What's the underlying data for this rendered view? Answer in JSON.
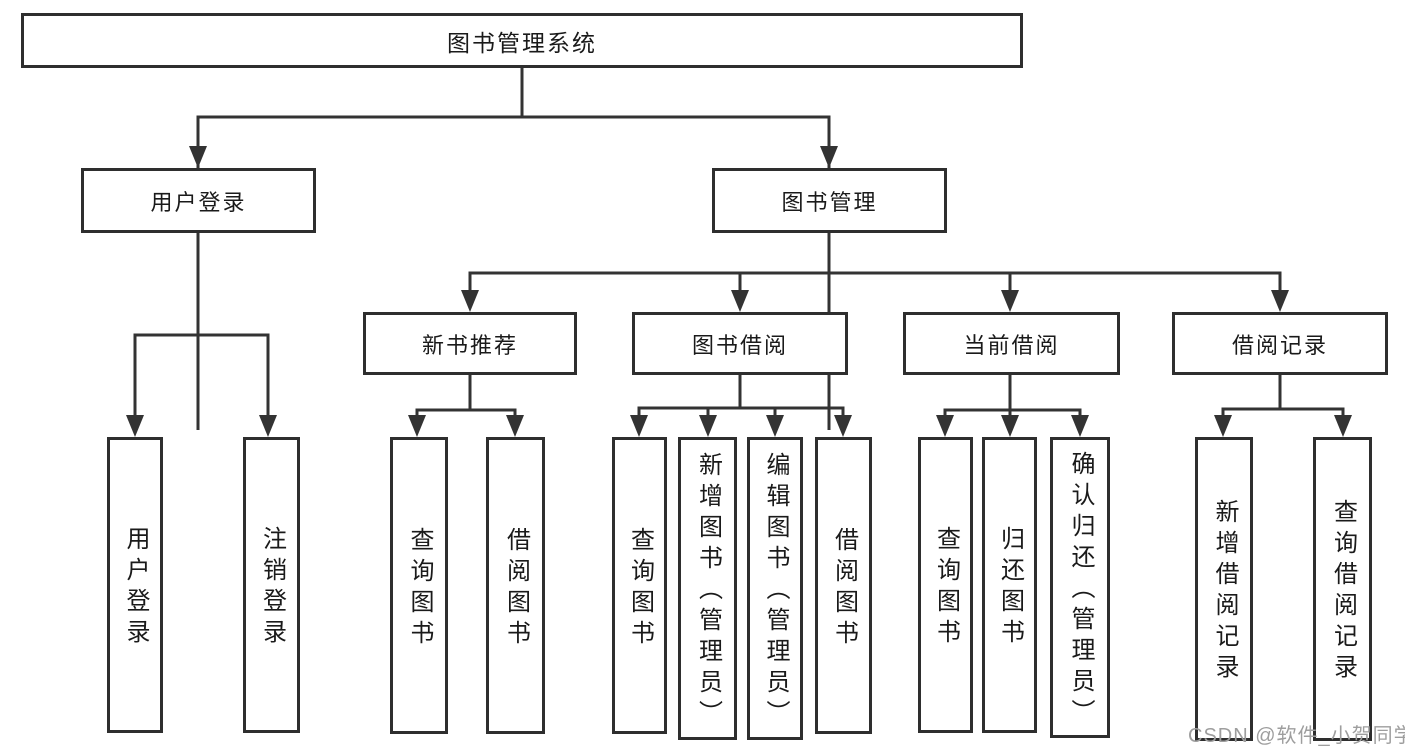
{
  "tree": {
    "label": "图书管理系统",
    "children": [
      {
        "label": "用户登录",
        "children": [
          {
            "label": "用户登录"
          },
          {
            "label": "注销登录"
          }
        ]
      },
      {
        "label": "图书管理",
        "children": [
          {
            "label": "新书推荐",
            "children": [
              {
                "label": "查询图书"
              },
              {
                "label": "借阅图书"
              }
            ]
          },
          {
            "label": "图书借阅",
            "children": [
              {
                "label": "查询图书"
              },
              {
                "label": "新增图书（管理员）"
              },
              {
                "label": "编辑图书（管理员）"
              },
              {
                "label": "借阅图书"
              }
            ]
          },
          {
            "label": "当前借阅",
            "children": [
              {
                "label": "查询图书"
              },
              {
                "label": "归还图书"
              },
              {
                "label": "确认归还（管理员）"
              }
            ]
          },
          {
            "label": "借阅记录",
            "children": [
              {
                "label": "新增借阅记录"
              },
              {
                "label": "查询借阅记录"
              }
            ]
          }
        ]
      }
    ]
  },
  "watermark": {
    "text": "CSDN @软件_小贺同学"
  },
  "colors": {
    "line": "#333333",
    "box_border": "#2e2e2e",
    "text": "#1a1a1a",
    "watermark": "#9e9e9e",
    "background": "#ffffff"
  }
}
